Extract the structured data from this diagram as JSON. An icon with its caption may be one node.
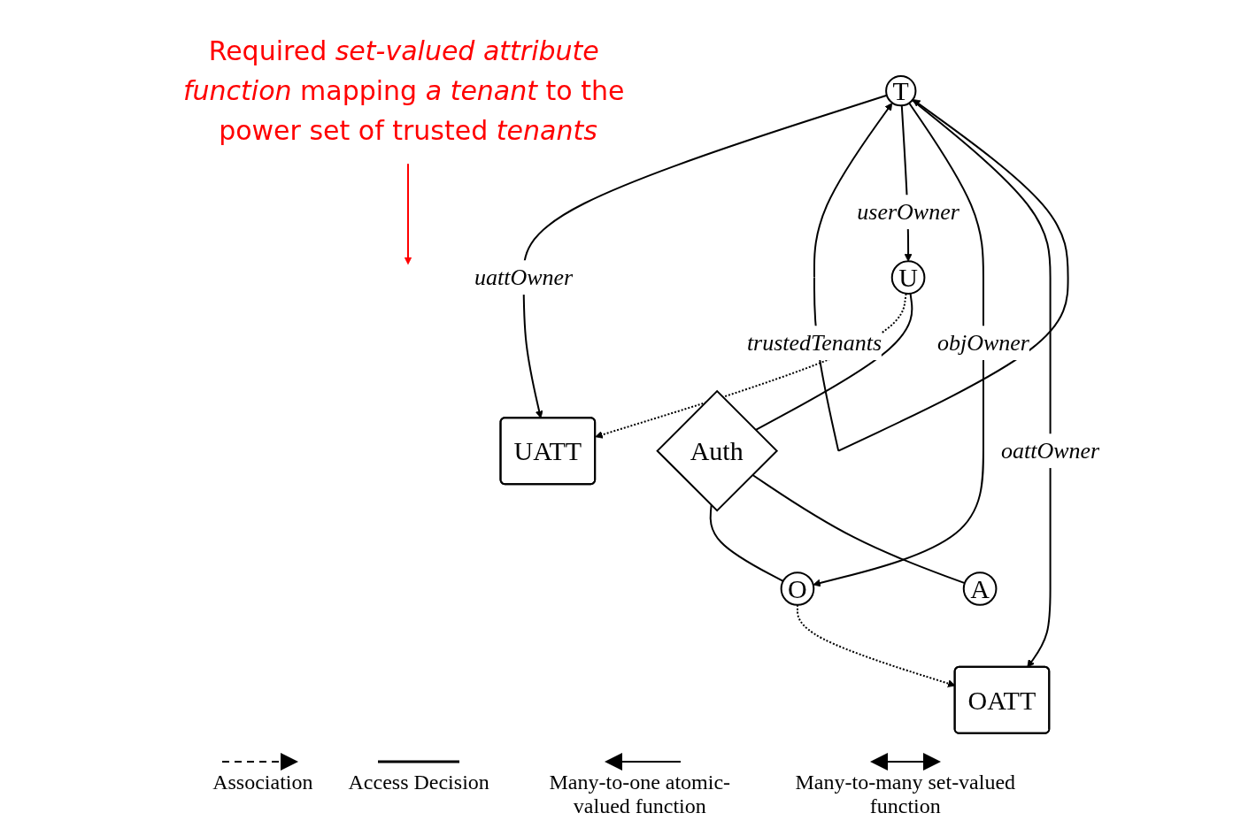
{
  "diagram": {
    "nodes": [
      {
        "text": [
          "UATT"
        ]
      },
      {
        "text": [
          "U"
        ]
      },
      {
        "text": [
          "T"
        ]
      },
      {
        "text": [
          "Auth"
        ]
      },
      {
        "text": [
          "O"
        ]
      },
      {
        "text": [
          "OATT"
        ]
      },
      {
        "text": [
          "A"
        ]
      },
      {
        "text": [
          "Required *set-valued attribute function* mapping *a tenant* to the power set of trusted *tenants*"
        ]
      }
    ],
    "edges": [
      {
        "from": 1,
        "to": 0,
        "arrow": "to",
        "style": "dashed"
      },
      {
        "from": 2,
        "to": 0,
        "arrow": "to",
        "label": "uattOwner"
      },
      {
        "from": 2,
        "to": 2,
        "arrow": "both",
        "label": "trustedTenants"
      },
      {
        "from": 2,
        "to": 1,
        "arrow": "to",
        "label": "userOwner"
      },
      {
        "from": 2,
        "to": 4,
        "arrow": "to",
        "label": "objOwner"
      },
      {
        "from": 2,
        "to": 5,
        "arrow": "to",
        "label": "oattOwner"
      },
      {
        "from": 1,
        "to": 3,
        "arrow": "none"
      },
      {
        "from": 3,
        "to": 4,
        "arrow": "none"
      },
      {
        "from": 4,
        "to": 5,
        "arrow": "to",
        "style": "dashed"
      },
      {
        "from": 3,
        "to": 6,
        "arrow": "none"
      },
      {
        "from": 7,
        "to": null,
        "arrow": "to",
        "color": "#ff0000"
      }
    ],
    "legend": [
      {
        "text": "Association"
      },
      {
        "text": "Access Decision"
      },
      {
        "text": "Many-to-one atomic-valued function"
      },
      {
        "text": "Many-to-many set-valued function"
      }
    ]
  }
}
